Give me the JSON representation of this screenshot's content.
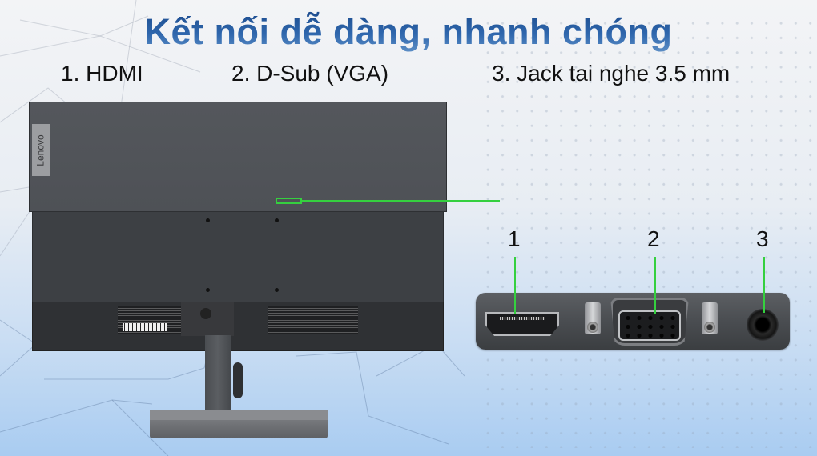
{
  "title": "Kết nối dễ dàng, nhanh chóng",
  "port_labels": [
    {
      "text": "1. HDMI"
    },
    {
      "text": "2. D-Sub (VGA)"
    },
    {
      "text": "3. Jack tai nghe 3.5 mm"
    }
  ],
  "monitor": {
    "brand_label": "Lenovo"
  },
  "port_panel": {
    "numbers": [
      "1",
      "2",
      "3"
    ],
    "ports": [
      {
        "name": "hdmi-port",
        "label": "HDMI"
      },
      {
        "name": "vga-port",
        "label": "D-Sub (VGA)"
      },
      {
        "name": "audio-jack",
        "label": "3.5 mm"
      }
    ]
  },
  "colors": {
    "title": "#2a5a98",
    "callout": "#35d03f",
    "label_text": "#111111"
  }
}
